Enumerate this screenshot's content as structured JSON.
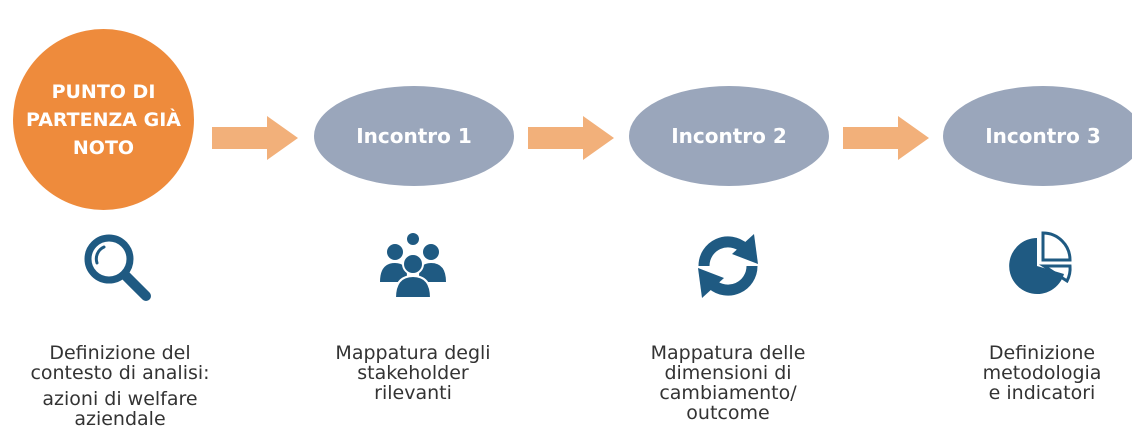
{
  "start": {
    "lines": [
      "PUNTO DI",
      "PARTENZA GIÀ",
      "NOTO"
    ],
    "color": "#EE8B3C"
  },
  "steps": [
    {
      "label": "Incontro 1",
      "icon": "people-group-icon",
      "desc": [
        "Mappatura degli",
        "stakeholder",
        "rilevanti"
      ]
    },
    {
      "label": "Incontro 2",
      "icon": "refresh-arrows-icon",
      "desc": [
        "Mappatura delle",
        "dimensioni di",
        "cambiamento/",
        "outcome"
      ]
    },
    {
      "label": "Incontro 3",
      "icon": "pie-chart-icon",
      "desc": [
        "Definizione",
        "metodologia",
        "e indicatori"
      ]
    }
  ],
  "start_desc": [
    "Definizione del",
    "contesto di analisi:",
    "azioni di welfare",
    "aziendale"
  ],
  "start_icon": "magnifier-icon",
  "colors": {
    "arrow": "#F2B07A",
    "ellipse": "#9AA6BB",
    "icon": "#1F5A82"
  }
}
